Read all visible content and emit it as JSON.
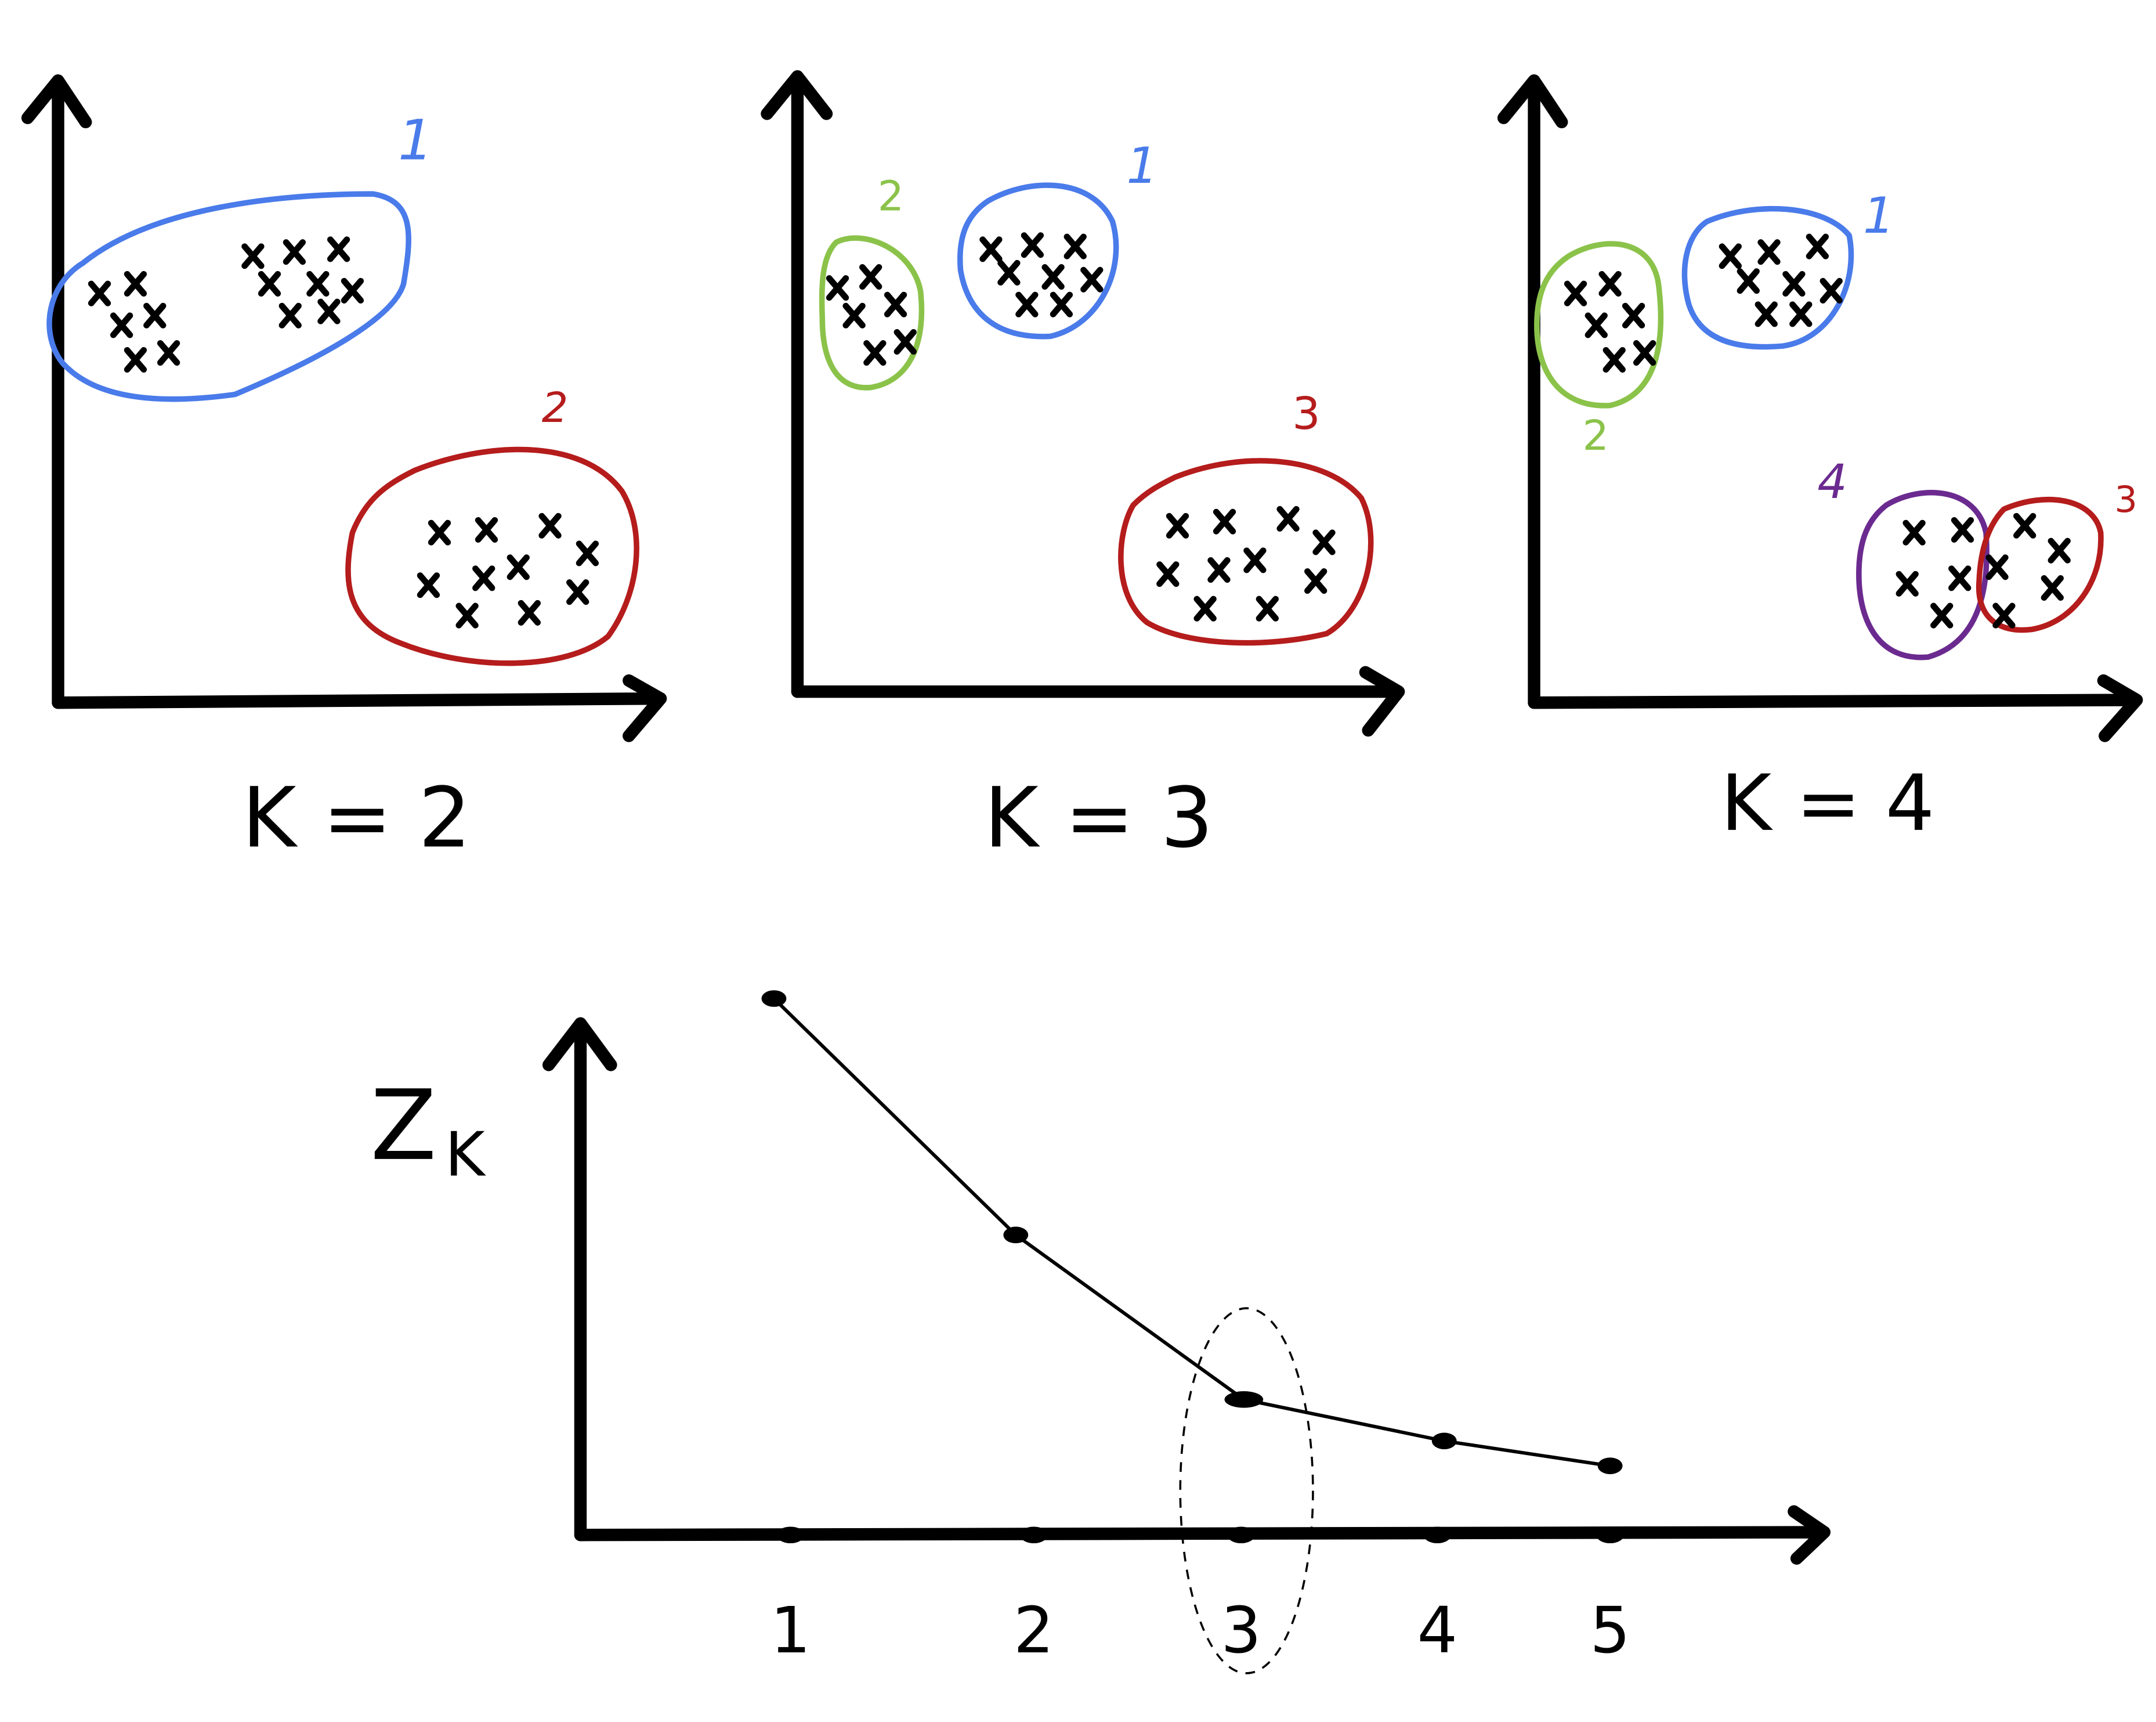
{
  "colors": {
    "blue": "#4a7bea",
    "red": "#b51c1c",
    "green": "#8bc34a",
    "purple": "#6b2a8f",
    "ink": "#000000"
  },
  "panels": [
    {
      "caption": "K = 2",
      "clusters": [
        {
          "label": "1",
          "color": "blue"
        },
        {
          "label": "2",
          "color": "red"
        }
      ]
    },
    {
      "caption": "K = 3",
      "clusters": [
        {
          "label": "1",
          "color": "blue"
        },
        {
          "label": "2",
          "color": "green"
        },
        {
          "label": "3",
          "color": "red"
        }
      ]
    },
    {
      "caption": "K = 4",
      "clusters": [
        {
          "label": "1",
          "color": "blue"
        },
        {
          "label": "2",
          "color": "green"
        },
        {
          "label": "3",
          "color": "red"
        },
        {
          "label": "4",
          "color": "purple"
        }
      ]
    }
  ],
  "elbow_plot": {
    "ylabel": "Z",
    "ylabel_sub": "K",
    "x_ticks": [
      "1",
      "2",
      "3",
      "4",
      "5"
    ],
    "highlighted_k": "3"
  }
}
